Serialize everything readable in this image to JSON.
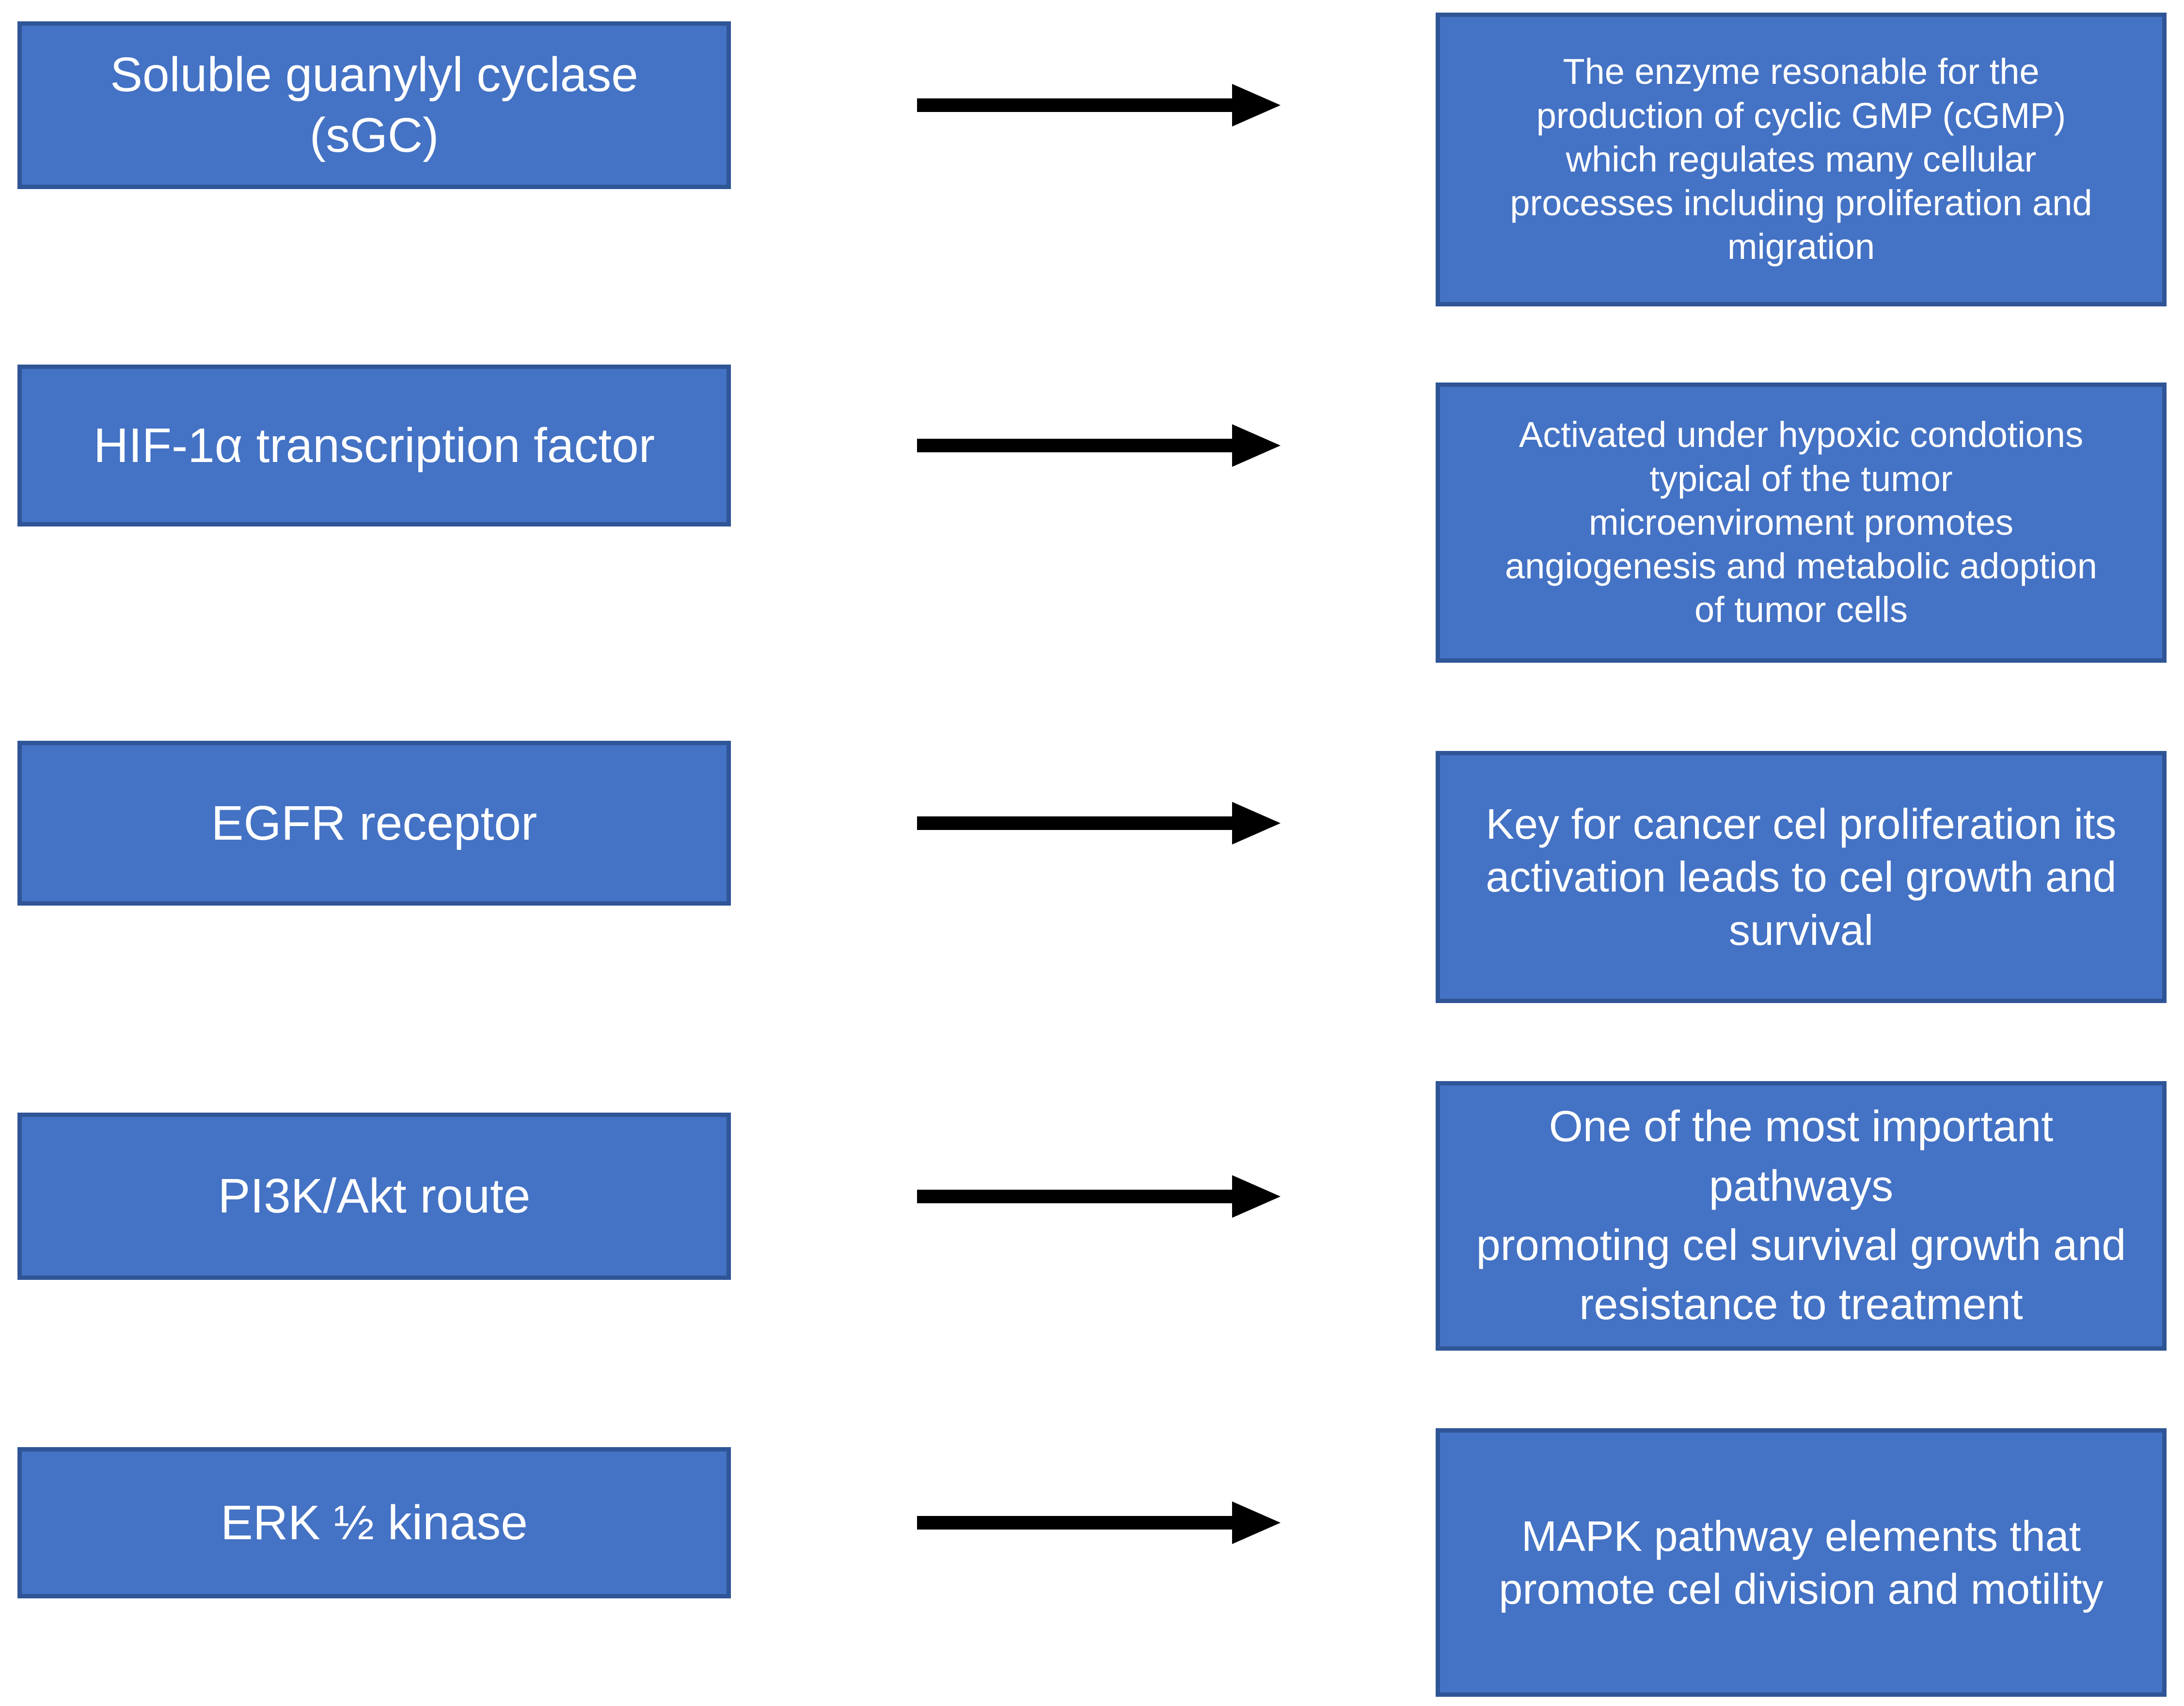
{
  "style": {
    "background": "#ffffff",
    "box_fill": "#4472C4",
    "box_border": "#2F5597",
    "text_color": "#ffffff",
    "arrow_color": "#000000"
  },
  "rows": [
    {
      "term": "Soluble guanylyl cyclase\n(sGC)",
      "arrow_icon": "arrow-right-icon",
      "description": "The enzyme resonable for the\nproduction of cyclic GMP (cGMP)\nwhich regulates many cellular\nprocesses including proliferation and\nmigration"
    },
    {
      "term": "HIF-1α transcription factor",
      "arrow_icon": "arrow-right-icon",
      "description": "Activated under hypoxic condotions\ntypical of the tumor\nmicroenviroment promotes\nangiogenesis and metabolic adoption\nof tumor cells"
    },
    {
      "term": "EGFR receptor",
      "arrow_icon": "arrow-right-icon",
      "description": "Key for cancer cel proliferation its\nactivation leads to cel growth and\nsurvival"
    },
    {
      "term": "PI3K/Akt route",
      "arrow_icon": "arrow-right-icon",
      "description": "One of the most important pathways\npromoting cel survival growth and\nresistance to treatment"
    },
    {
      "term": "ERK ½ kinase",
      "arrow_icon": "arrow-right-icon",
      "description": "MAPK pathway elements that\npromote cel division and motility"
    }
  ]
}
